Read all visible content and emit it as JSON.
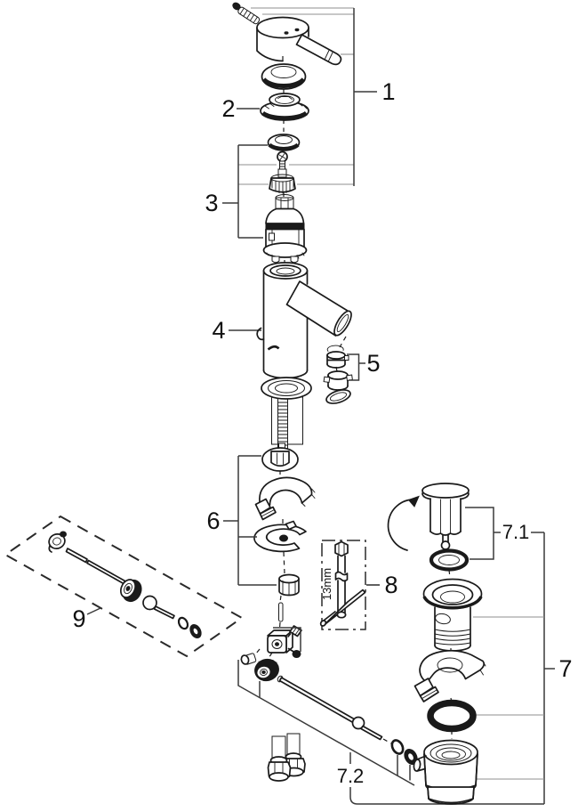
{
  "figure": {
    "kind": "exploded-parts-diagram",
    "colors": {
      "background": "#ffffff",
      "line": "#1a1a1a",
      "callout_tick": "#8f8f8f",
      "bracket": "#3a3a3a"
    }
  },
  "callouts": {
    "c1": "1",
    "c2": "2",
    "c3": "3",
    "c4": "4",
    "c5": "5",
    "c6": "6",
    "c7": "7",
    "c7_1": "7.1",
    "c7_2": "7.2",
    "c8": "8",
    "c9": "9"
  },
  "annotations": {
    "wrench_size": "13mm"
  }
}
